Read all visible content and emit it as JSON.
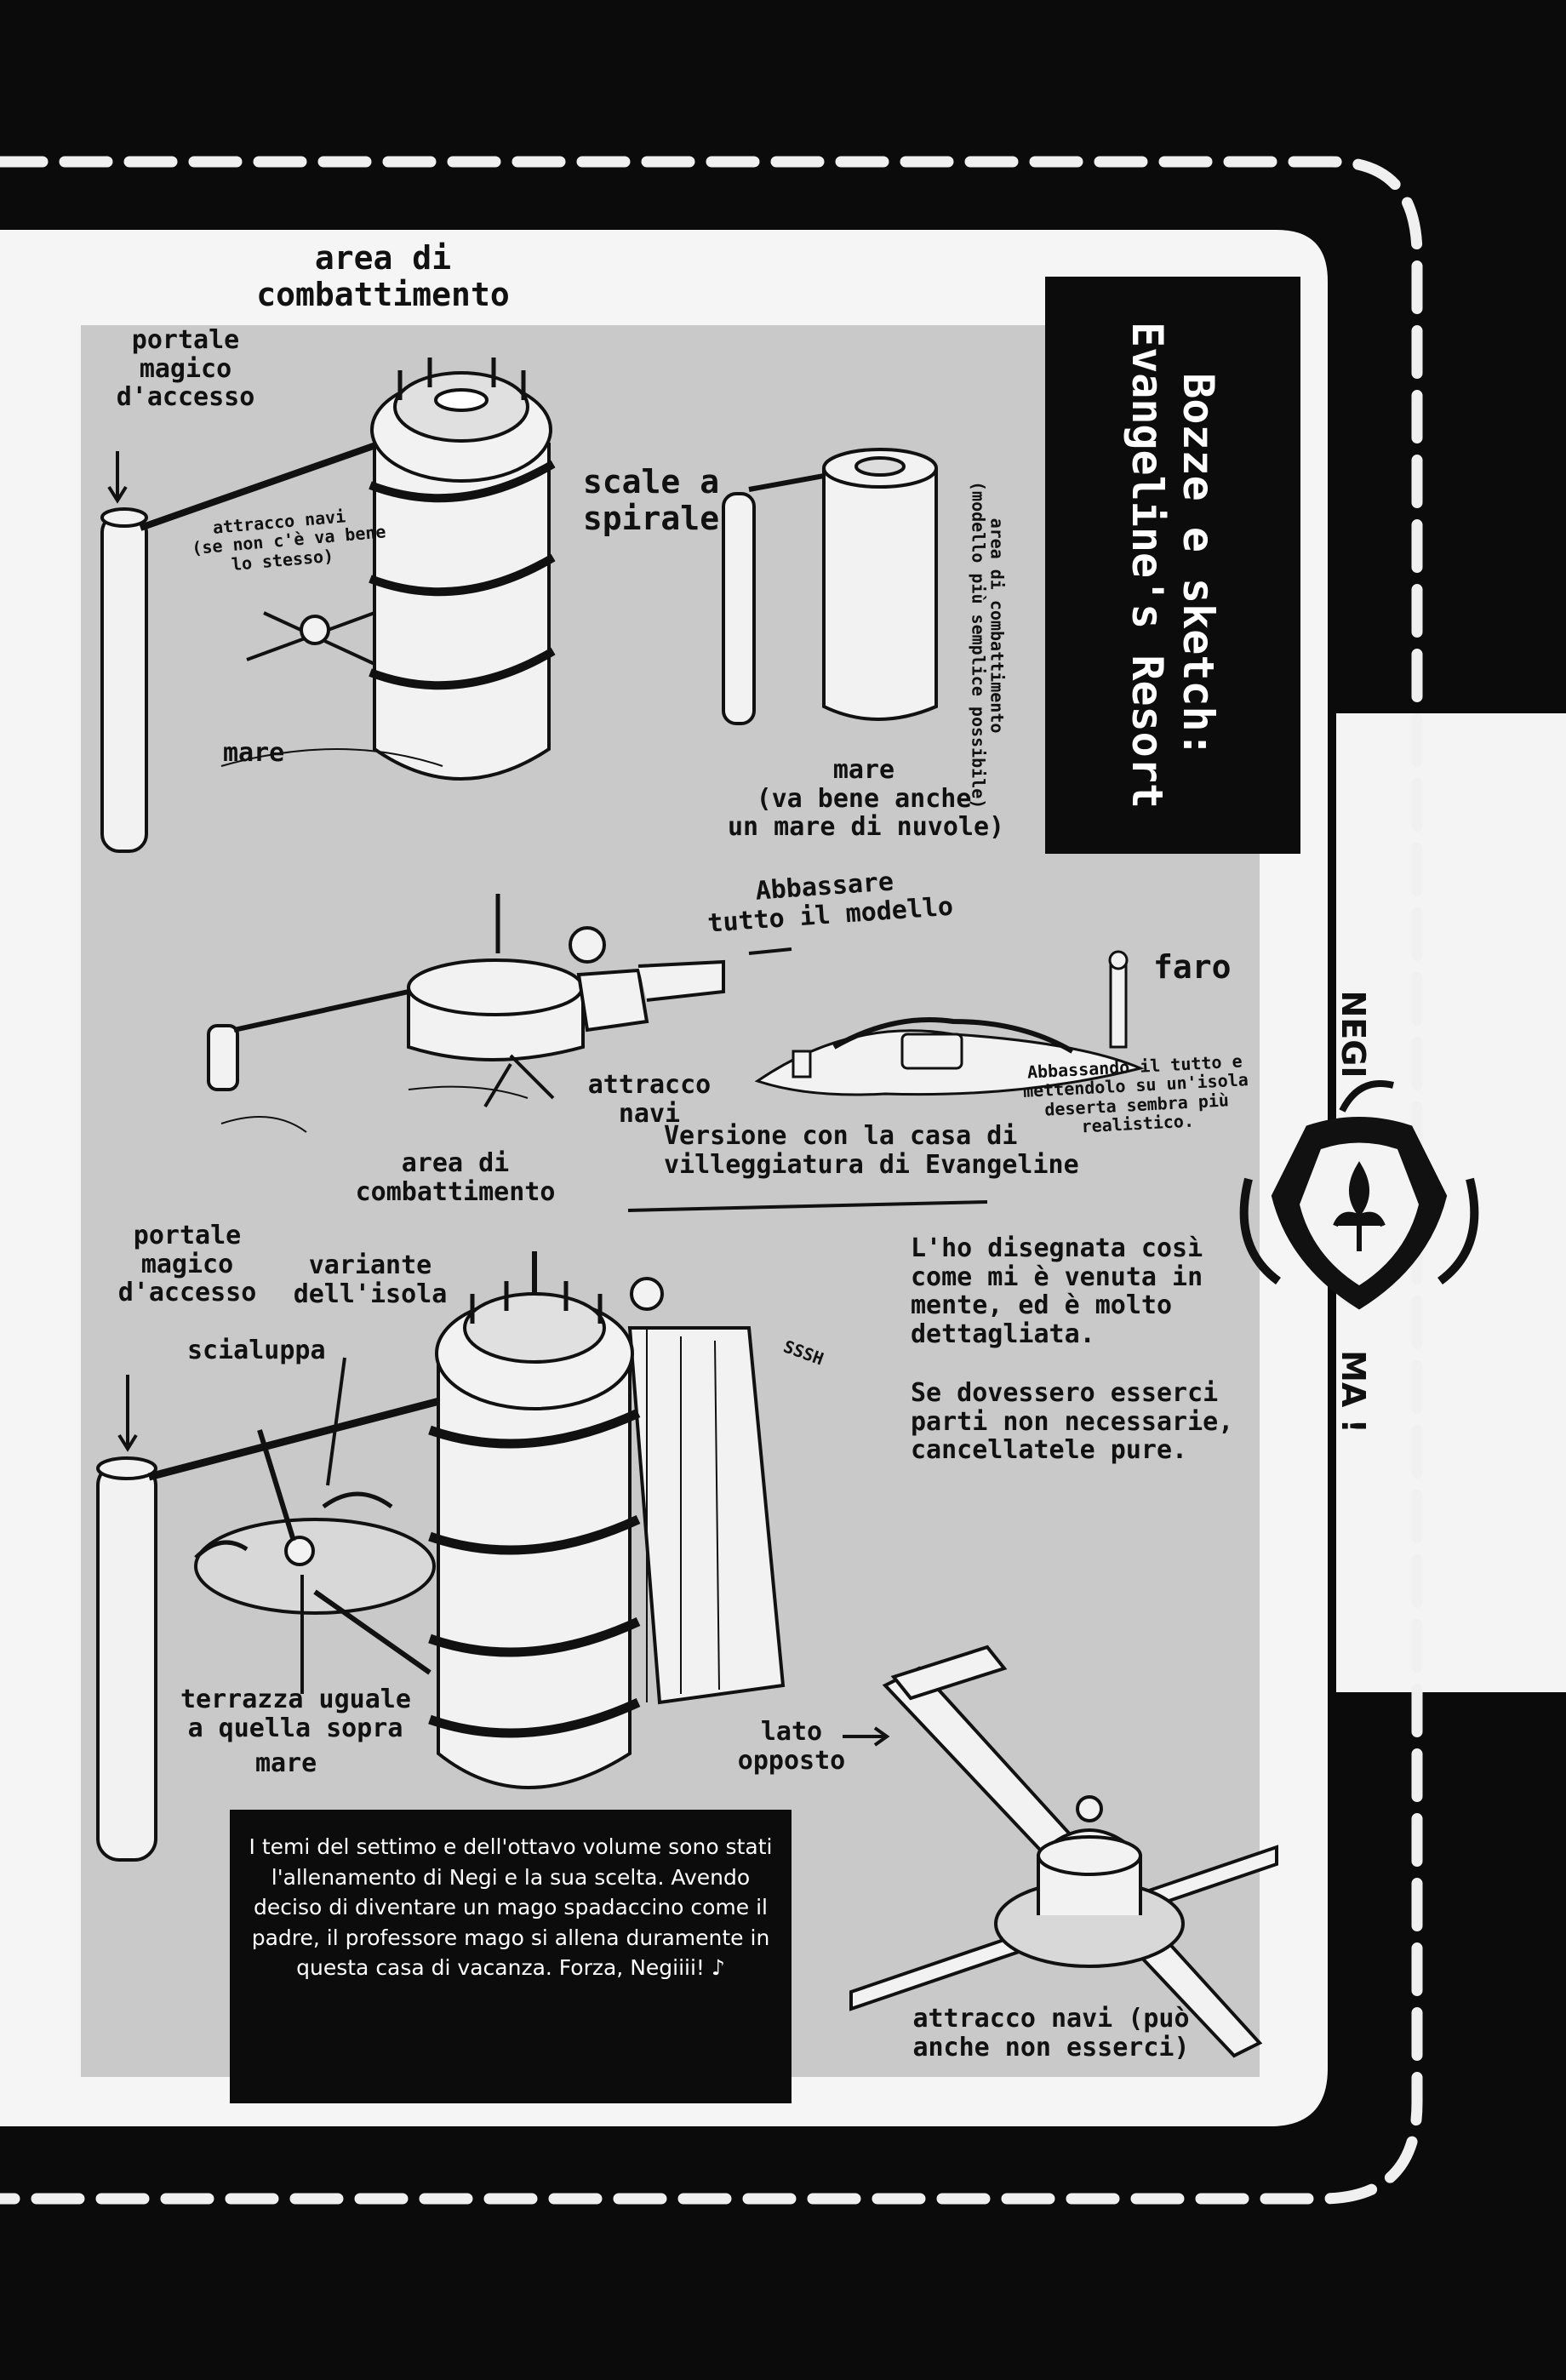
{
  "title": "Bozze e sketch:\nEvangeline's Resort",
  "sidebar": {
    "top_text": "NEGI",
    "bottom_text": "MA !"
  },
  "labels": {
    "combat_area_top": "area di\ncombattimento",
    "portal_top": "portale\nmagico\nd'accesso",
    "dock_note_top": "attracco navi\n(se non c'è va bene\nlo stesso)",
    "spiral_stairs": "scale a\nspirale",
    "sea_top": "mare",
    "combat_area_simple": "area di combattimento\n(modello più semplice possibile)",
    "sea_clouds": "mare\n(va bene anche\nun mare di nuvole)",
    "lower_model": "Abbassare\ntutto il modello",
    "lighthouse": "faro",
    "dock_middle": "attracco\nnavi",
    "island_note": "Abbassando il tutto e\nmettendolo su un'isola\ndeserta sembra più\nrealistico.",
    "villa_version": "Versione con la casa di\nvilleggiatura di Evangeline",
    "combat_area_middle": "area di\ncombattimento",
    "portal_bottom": "portale\nmagico\nd'accesso",
    "island_variant": "variante\ndell'isola",
    "lifeboat": "scialuppa",
    "sound_effect": "SSSH",
    "note_detailed": "L'ho disegnata così\ncome mi è venuta in\nmente, ed è molto\ndettagliata.",
    "note_cancel": "Se dovessero esserci\nparti non necessarie,\ncancellatele pure.",
    "terrace": "terrazza uguale\na quella sopra",
    "sea_bottom": "mare",
    "opposite_side": "lato\nopposto",
    "dock_bottom": "attracco navi (può\nanche non esserci)"
  },
  "caption": "I temi del settimo e dell'ottavo volume sono stati l'allenamento di Negi e la sua scelta. Avendo deciso di diventare un mago spadaccino come il padre, il professore mago si allena duramente in questa casa di vacanza. Forza, Negiiii! ♪"
}
